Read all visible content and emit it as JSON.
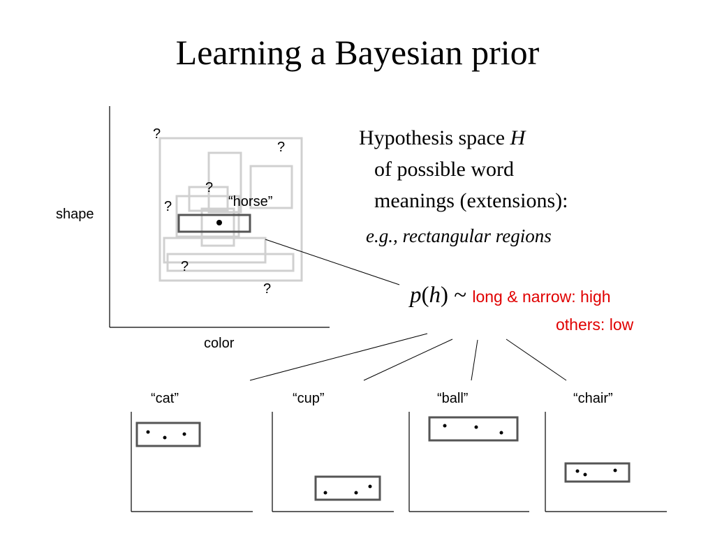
{
  "title": "Learning a Bayesian prior",
  "main_plot": {
    "y_label": "shape",
    "x_label": "color",
    "question_marks": [
      "?",
      "?",
      "?",
      "?",
      "?",
      "?"
    ],
    "horse_label": "“horse”"
  },
  "hypothesis": {
    "line1_prefix": "Hypothesis space ",
    "line1_var": "H",
    "line2": "of possible word",
    "line3": "meanings (extensions):",
    "example": "e.g., rectangular regions"
  },
  "prior": {
    "p": "p",
    "h": "h",
    "tilde": " ~ ",
    "high": "long & narrow: high",
    "low": "others: low"
  },
  "examples": [
    {
      "label": "“cat”"
    },
    {
      "label": "“cup”"
    },
    {
      "label": "“ball”"
    },
    {
      "label": "“chair”"
    }
  ],
  "colors": {
    "axis": "#000000",
    "hypothesis_box": "#d0d0d0",
    "selected_box": "#555555",
    "highlight_text": "#e00000"
  }
}
